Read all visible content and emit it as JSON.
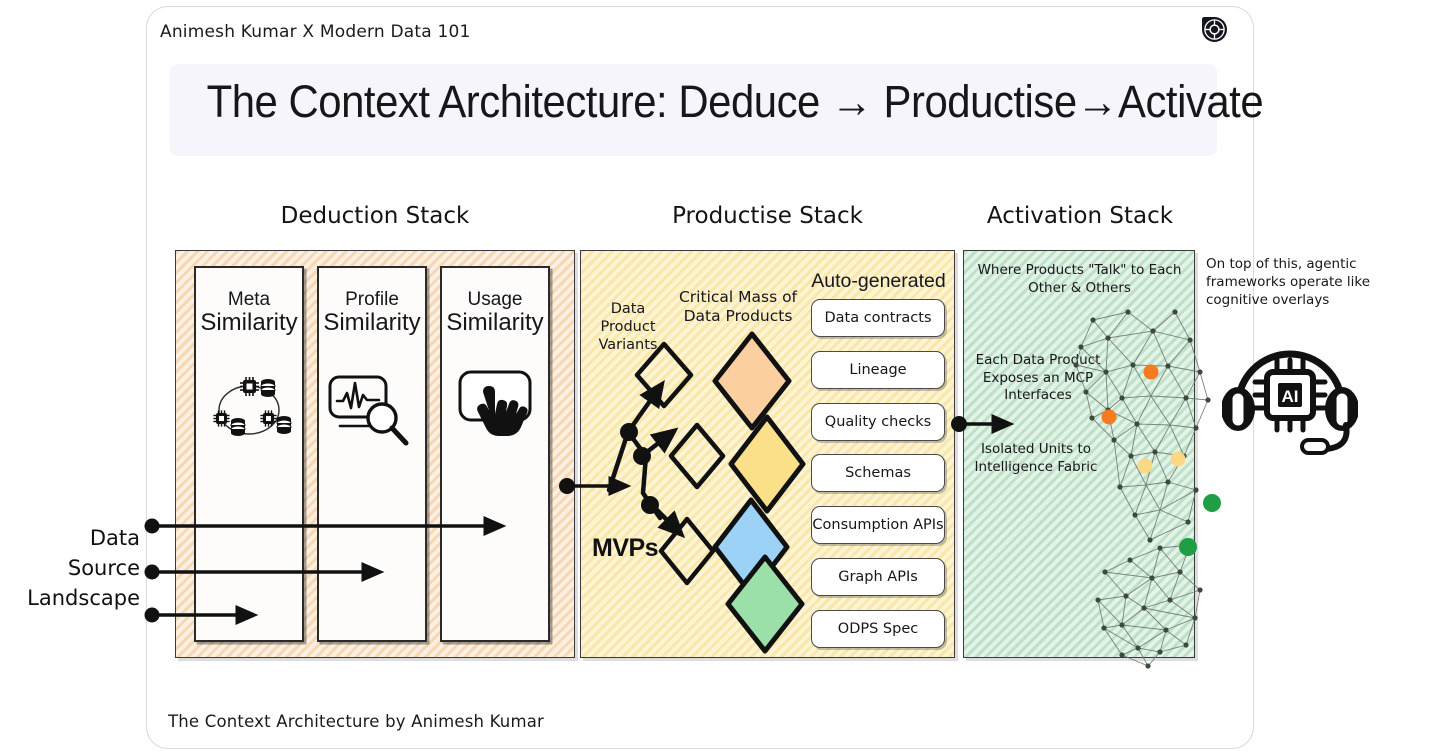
{
  "header": {
    "brand": "Animesh Kumar X Modern Data 101",
    "logo_icon": "modern-data-101-logo"
  },
  "title": "The Context Architecture: Deduce → Productise→Activate",
  "footer": "The Context Architecture by Animesh Kumar",
  "colors": {
    "deduction_panel": "#fbf0e3",
    "productise_panel": "#fdf4d6",
    "activation_panel": "#e4f3e8",
    "title_banner": "#f6f5fb",
    "diamond_orange": "#fbcfa0",
    "diamond_yellow": "#fbe08a",
    "diamond_blue": "#9bd2f5",
    "diamond_green": "#9be0a8",
    "node_orange": "#f47b20",
    "node_yellow": "#fbd982",
    "node_green": "#1f9e46",
    "ink": "#17171a"
  },
  "stacks": [
    {
      "heading": "Deduction Stack"
    },
    {
      "heading": "Productise Stack"
    },
    {
      "heading": "Activation Stack"
    }
  ],
  "deduction": {
    "cards": [
      {
        "line1": "Meta",
        "line2": "Similarity",
        "icon": "database-network-icon"
      },
      {
        "line1": "Profile",
        "line2": "Similarity",
        "icon": "waveform-magnifier-icon"
      },
      {
        "line1": "Usage",
        "line2": "Similarity",
        "icon": "pointing-hand-icon"
      }
    ]
  },
  "source": {
    "label_lines": [
      "Data",
      "Source",
      "Landscape"
    ],
    "arrow_count": 3
  },
  "productise": {
    "variants_label": "Data Product Variants",
    "critical_mass_label": "Critical Mass of Data Products",
    "mvps_label": "MVPs",
    "auto_generated_label": "Auto-generated",
    "auto_generated_items": [
      "Data contracts",
      "Lineage",
      "Quality checks",
      "Schemas",
      "Consumption APIs",
      "Graph APIs",
      "ODPS Spec"
    ],
    "diamonds_outline": 3,
    "diamonds_filled": [
      "#fbcfa0",
      "#fbe08a",
      "#9bd2f5",
      "#9be0a8"
    ]
  },
  "activation": {
    "notes": [
      "Where Products \"Talk\" to Each Other & Others",
      "Each Data Product Exposes an MCP Interfaces",
      "Isolated Units to Intelligence Fabric"
    ],
    "mesh_icon": "network-mesh-graphic"
  },
  "side": {
    "note": "On top of this, agentic frameworks operate like cognitive overlays",
    "icon": "ai-chip-headset-icon"
  }
}
